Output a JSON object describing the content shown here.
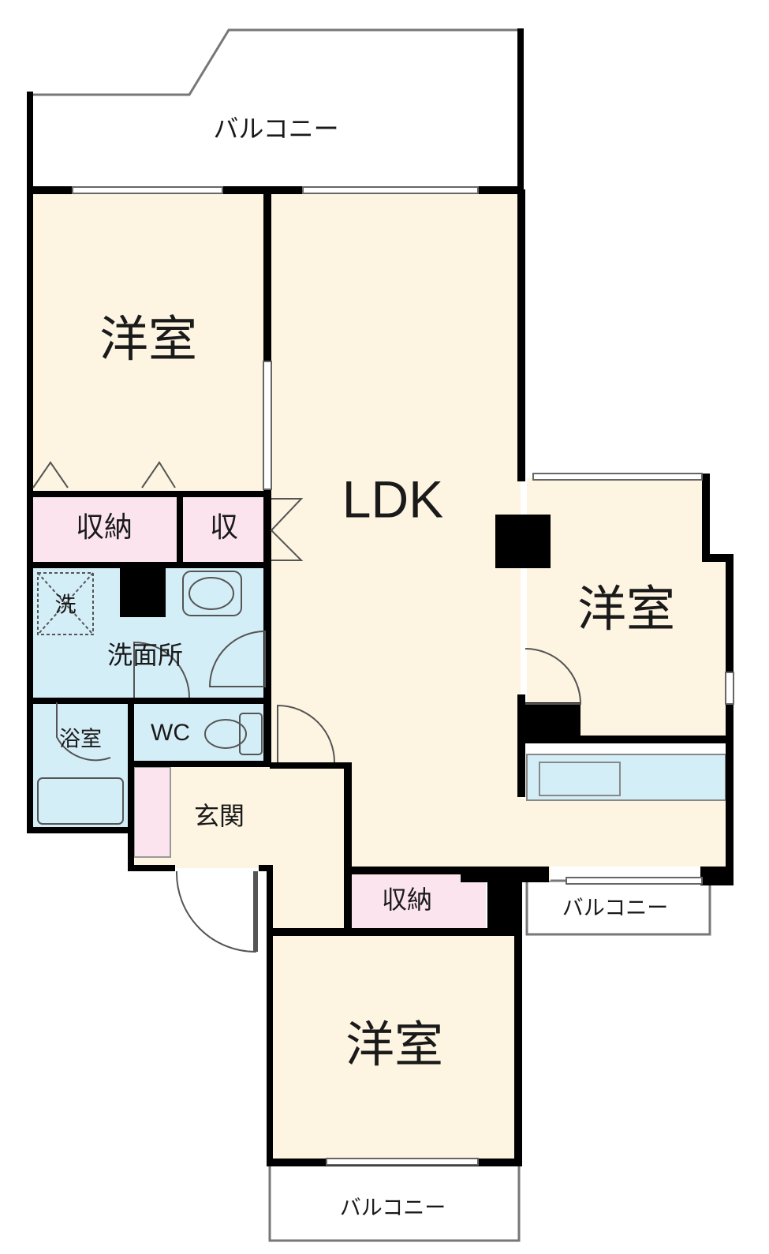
{
  "floorplan": {
    "colors": {
      "room": "#fdf5e2",
      "storage": "#fce4ee",
      "water": "#d4eef8",
      "wall": "#000000",
      "balcony": "#ffffff"
    },
    "labels": {
      "balcony_top": "バルコニー",
      "bedroom_left": "洋室",
      "ldk": "LDK",
      "bedroom_right": "洋室",
      "storage_left": "収納",
      "storage_small": "収",
      "washer": "洗",
      "washroom": "洗面所",
      "bath": "浴室",
      "toilet": "WC",
      "entrance": "玄関",
      "storage_bottom": "収納",
      "balcony_right": "バルコニー",
      "bedroom_bottom": "洋室",
      "balcony_bottom": "バルコニー"
    }
  }
}
